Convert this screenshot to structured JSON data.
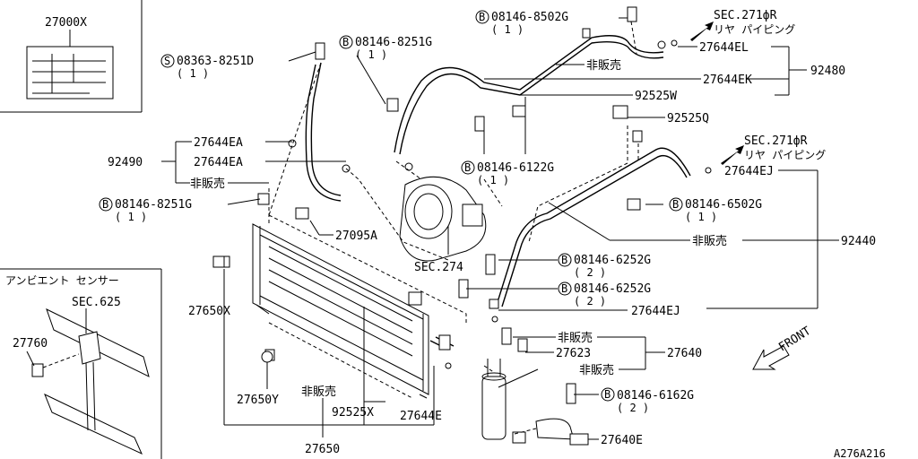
{
  "labels": {
    "box_27000x": "27000X",
    "b_08146_8502g": "08146-8502G",
    "b_08146_8502g_qty": "( 1 )",
    "sec271r_top": "SEC.271фR",
    "sec271r_top_jp": "リヤ パイピング",
    "p27644el": "27644EL",
    "hiban_top": "非販売",
    "p92480": "92480",
    "p27644ek": "27644EK",
    "p92525w": "92525W",
    "s_08363_8251d": "08363-8251D",
    "s_08363_8251d_qty": "( 1 )",
    "b_08146_8251g_top": "08146-8251G",
    "b_08146_8251g_top_qty": "( 1 )",
    "p92525q": "92525Q",
    "p27644ea_1": "27644EA",
    "p92490": "92490",
    "p27644ea_2": "27644EA",
    "hiban_left": "非販売",
    "b_08146_6122g": "08146-6122G",
    "b_08146_6122g_qty": "( 1 )",
    "sec271r_mid": "SEC.271фR",
    "sec271r_mid_jp": "リヤ パイピング",
    "p27644ej_top": "27644EJ",
    "b_08146_8251g_left": "08146-8251G",
    "b_08146_8251g_left_qty": "( 1 )",
    "b_08146_6502g": "08146-6502G",
    "b_08146_6502g_qty": "( 1 )",
    "p27095a": "27095A",
    "hiban_mid": "非販売",
    "p92440": "92440",
    "sec274": "SEC.274",
    "b_08146_6252g_1": "08146-6252G",
    "b_08146_6252g_1_qty": "( 2 )",
    "b_08146_6252g_2": "08146-6252G",
    "b_08146_6252g_2_qty": "( 2 )",
    "ambient_sensor": "アンビエント センサー",
    "sec625": "SEC.625",
    "p27650x": "27650X",
    "p27644ej_bot": "27644EJ",
    "p27760": "27760",
    "hiban_r1": "非販売",
    "p27623": "27623",
    "p27640": "27640",
    "hiban_r2": "非販売",
    "front": "FRONT",
    "p27650y": "27650Y",
    "hiban_bottom": "非販売",
    "b_08146_6162g": "08146-6162G",
    "b_08146_6162g_qty": "( 2 )",
    "p92525x": "92525X",
    "p27644e": "27644E",
    "p27640e": "27640E",
    "p27650": "27650",
    "figure_code": "A276A216"
  },
  "markers": {
    "bolt": "B",
    "screw": "S"
  }
}
